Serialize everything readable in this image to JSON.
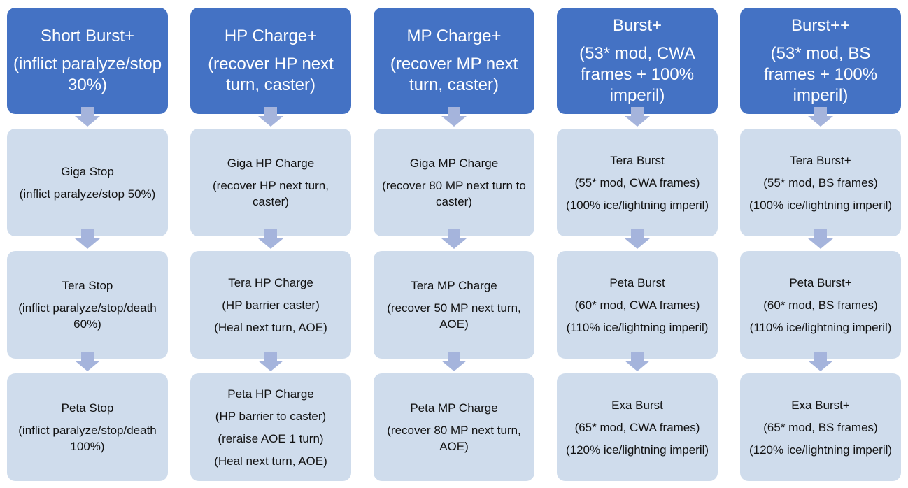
{
  "columns": [
    {
      "header": [
        "Short Burst+",
        "(inflict paralyze/stop 30%)"
      ],
      "nodes": [
        [
          "Giga Stop",
          "(inflict paralyze/stop 50%)"
        ],
        [
          "Tera Stop",
          "(inflict paralyze/stop/death 60%)"
        ],
        [
          "Peta Stop",
          "(inflict paralyze/stop/death 100%)"
        ]
      ],
      "arrows": 3
    },
    {
      "header": [
        "HP Charge+",
        "(recover HP next turn, caster)"
      ],
      "nodes": [
        [
          "Giga HP Charge",
          "(recover HP next turn, caster)"
        ],
        [
          "Tera HP Charge",
          "(HP barrier caster)",
          "(Heal next turn, AOE)"
        ],
        [
          "Peta HP Charge",
          "(HP barrier to caster)",
          "(reraise AOE 1 turn)",
          "(Heal next turn, AOE)"
        ]
      ],
      "arrows": 3
    },
    {
      "header": [
        "MP Charge+",
        "(recover MP next turn, caster)"
      ],
      "nodes": [
        [
          "Giga MP Charge",
          "(recover 80 MP next turn to caster)"
        ],
        [
          "Tera MP Charge",
          "(recover 50 MP next turn, AOE)"
        ],
        [
          "Peta MP Charge",
          "(recover 80 MP next turn, AOE)"
        ]
      ],
      "arrows": 3
    },
    {
      "header": [
        "Burst+",
        "(53* mod, CWA frames + 100% imperil)"
      ],
      "nodes": [
        [
          "Tera Burst",
          "(55* mod, CWA frames)",
          "(100% ice/lightning imperil)"
        ],
        [
          "Peta Burst",
          "(60* mod, CWA frames)",
          "(110% ice/lightning imperil)"
        ],
        [
          "Exa Burst",
          "(65* mod, CWA frames)",
          "(120% ice/lightning imperil)"
        ]
      ],
      "arrows": 3
    },
    {
      "header": [
        "Burst++",
        "(53* mod, BS frames + 100% imperil)"
      ],
      "nodes": [
        [
          "Tera Burst+",
          "(55* mod, BS frames)",
          "(100% ice/lightning imperil)"
        ],
        [
          "Peta Burst+",
          "(60* mod, BS frames)",
          "(110% ice/lightning imperil)"
        ],
        [
          "Exa Burst+",
          "(65* mod, BS frames)",
          "(120% ice/lightning imperil)"
        ]
      ],
      "arrows": 3
    }
  ],
  "colors": {
    "header_fill": "#4472c4",
    "node_fill": "#cfdcec",
    "arrow_fill": "#a5b4dc",
    "header_text": "#ffffff",
    "node_text": "#111111"
  }
}
